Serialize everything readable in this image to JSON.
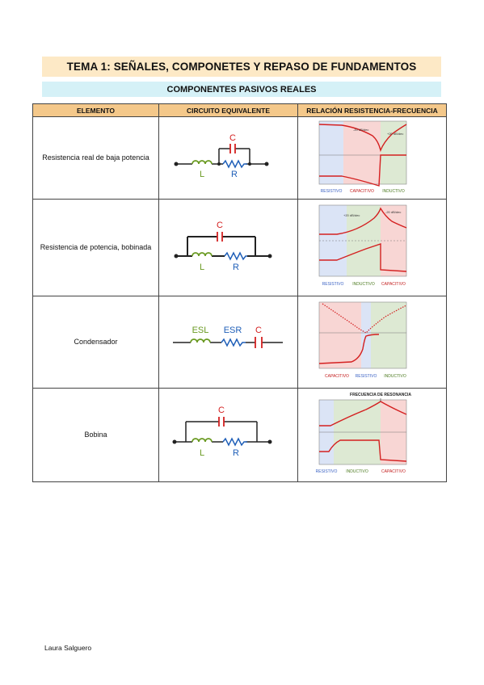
{
  "header": {
    "title": "TEMA 1: SEÑALES, COMPONETES Y REPASO DE FUNDAMENTOS",
    "subtitle": "COMPONENTES PASIVOS REALES"
  },
  "table": {
    "columns": [
      "ELEMENTO",
      "CIRCUITO EQUIVALENTE",
      "RELACIÓN RESISTENCIA-FRECUENCIA"
    ],
    "rows": [
      {
        "element": "Resistencia real de baja potencia",
        "circuit_labels": {
          "c": "C",
          "l": "L",
          "r": "R"
        },
        "graph_annotations": [
          "-20 dB/dec",
          "+20 dB/dec"
        ],
        "graph_regions": [
          "RESISTIVO",
          "CAPACITIVO",
          "INDUCTIVO"
        ]
      },
      {
        "element": "Resistencia de potencia, bobinada",
        "circuit_labels": {
          "c": "C",
          "l": "L",
          "r": "R"
        },
        "graph_annotations": [
          "+20 dB/dec",
          "-20 dB/dec"
        ],
        "graph_regions": [
          "RESISTIVO",
          "INDUCTIVO",
          "CAPACITIVO"
        ]
      },
      {
        "element": "Condensador",
        "circuit_labels": {
          "esl": "ESL",
          "esr": "ESR",
          "c": "C"
        },
        "graph_annotations": [],
        "graph_regions": [
          "CAPACITIVO",
          "RESISTIVO",
          "INDUCTIVO"
        ]
      },
      {
        "element": "Bobina",
        "circuit_labels": {
          "c": "C",
          "l": "L",
          "r": "R"
        },
        "graph_annotations": [
          "FRECUENCIA DE RESONANCIA"
        ],
        "graph_regions": [
          "RESISTIVO",
          "INDUCTIVO",
          "CAPACITIVO"
        ]
      }
    ]
  },
  "footer": {
    "author": "Laura Salguero"
  },
  "colors": {
    "title_bg": "#fde9c6",
    "subtitle_bg": "#d5f1f7",
    "header_bg": "#f4c88a",
    "capacitor": "#d42020",
    "inductor": "#6a9a22",
    "resistor": "#1f5fb8",
    "region_blue": "#dbe4f6",
    "region_red": "#f8d6d4",
    "region_green": "#dde9d3"
  }
}
